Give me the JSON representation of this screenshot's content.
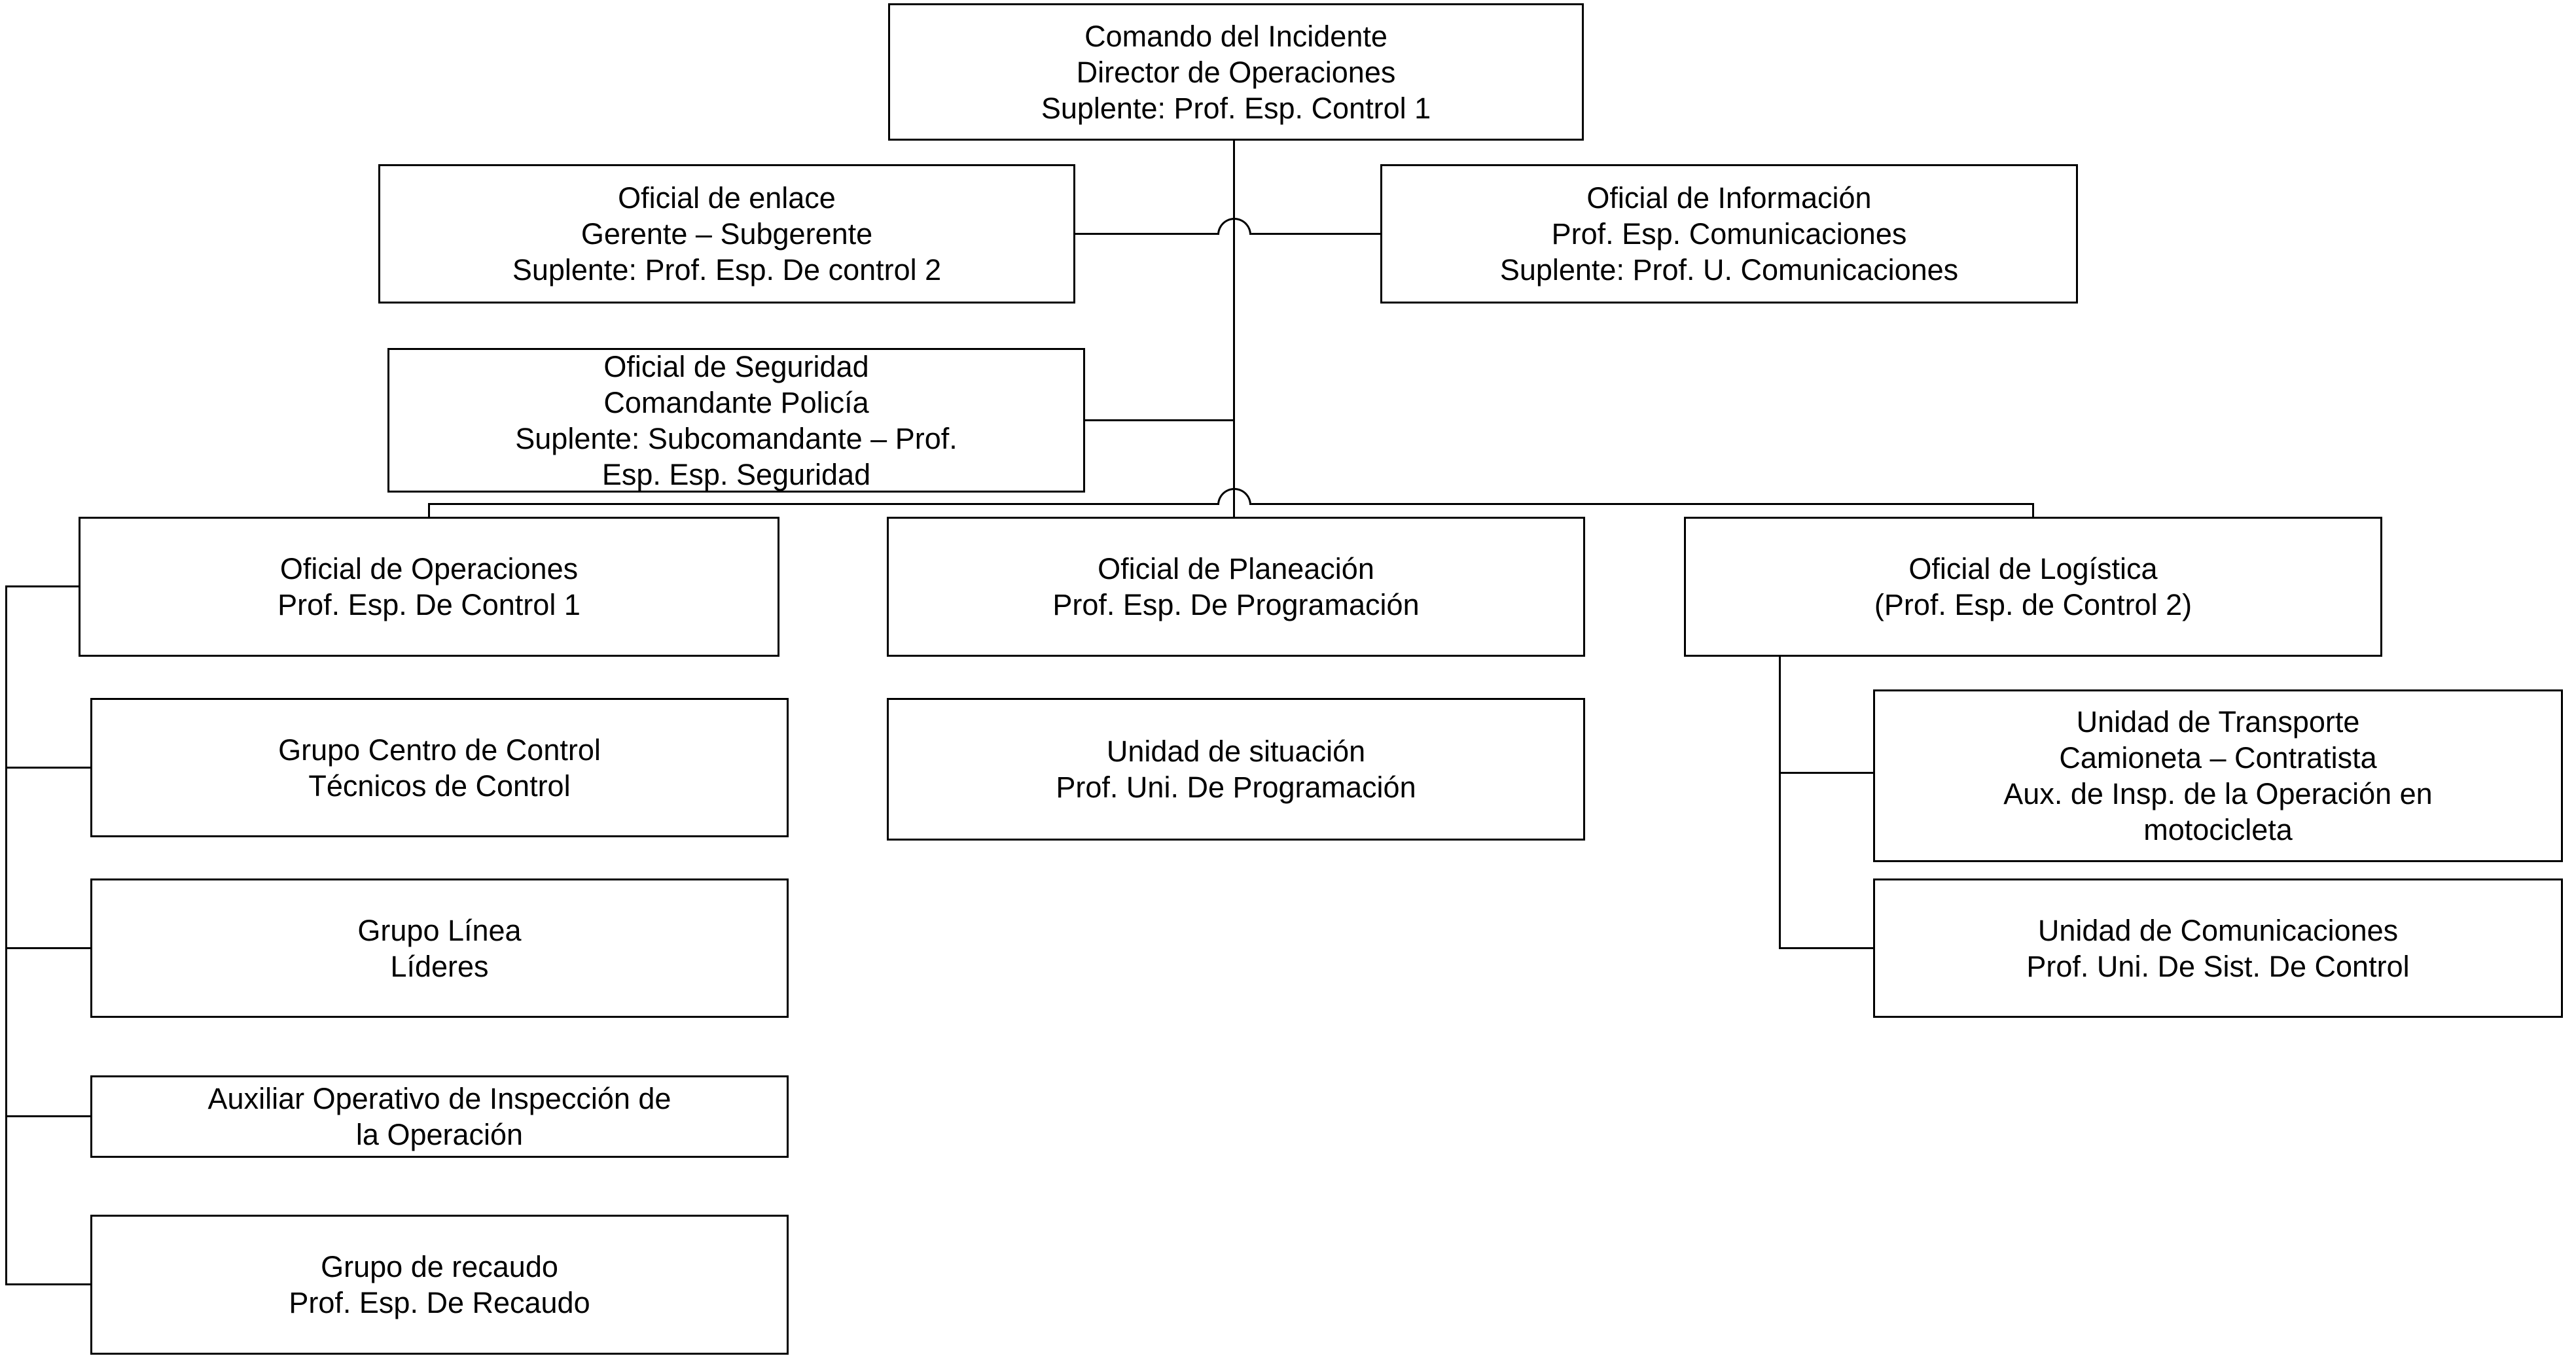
{
  "diagram": {
    "type": "org-chart",
    "language": "es",
    "background_color": "#ffffff",
    "box_fill_color": "#ffffff",
    "box_border_color": "#000000",
    "text_color": "#000000",
    "connector_color": "#000000",
    "connector_style": "orthogonal-with-hop-arcs"
  },
  "nodes": {
    "comando": {
      "lines": [
        "Comando del Incidente",
        "Director de Operaciones",
        "Suplente: Prof. Esp. Control 1"
      ]
    },
    "enlace": {
      "lines": [
        "Oficial de enlace",
        "Gerente – Subgerente",
        "Suplente: Prof. Esp. De control 2"
      ]
    },
    "informacion": {
      "lines": [
        "Oficial de Información",
        "Prof. Esp. Comunicaciones",
        "Suplente: Prof. U. Comunicaciones"
      ]
    },
    "seguridad": {
      "lines": [
        "Oficial de Seguridad",
        "Comandante Policía",
        "Suplente: Subcomandante – Prof.",
        "Esp. Esp. Seguridad"
      ]
    },
    "operaciones": {
      "lines": [
        "Oficial de Operaciones",
        "Prof. Esp. De Control 1"
      ]
    },
    "planeacion": {
      "lines": [
        "Oficial de Planeación",
        "Prof. Esp. De Programación"
      ]
    },
    "logistica": {
      "lines": [
        "Oficial de Logística",
        "(Prof. Esp. de Control 2)"
      ]
    },
    "grupo_centro": {
      "lines": [
        "Grupo Centro de Control",
        "Técnicos de Control"
      ]
    },
    "grupo_linea": {
      "lines": [
        "Grupo Línea",
        "Líderes"
      ]
    },
    "auxiliar": {
      "lines": [
        "Auxiliar Operativo de Inspección de",
        "la Operación"
      ]
    },
    "recaudo": {
      "lines": [
        "Grupo de recaudo",
        "Prof. Esp. De Recaudo"
      ]
    },
    "situacion": {
      "lines": [
        "Unidad de situación",
        "Prof. Uni. De Programación"
      ]
    },
    "transporte": {
      "lines": [
        "Unidad de Transporte",
        "Camioneta – Contratista",
        "Aux. de Insp. de la Operación en",
        "motocicleta"
      ]
    },
    "comunicaciones": {
      "lines": [
        "Unidad de Comunicaciones",
        "Prof. Uni. De Sist. De Control"
      ]
    }
  },
  "hierarchy": {
    "root": "comando",
    "command_staff_of_root": [
      "enlace",
      "informacion",
      "seguridad"
    ],
    "sections_of_root": [
      "operaciones",
      "planeacion",
      "logistica"
    ],
    "children": {
      "operaciones": [
        "grupo_centro",
        "grupo_linea",
        "auxiliar",
        "recaudo"
      ],
      "planeacion": [
        "situacion"
      ],
      "logistica": [
        "transporte",
        "comunicaciones"
      ]
    }
  }
}
